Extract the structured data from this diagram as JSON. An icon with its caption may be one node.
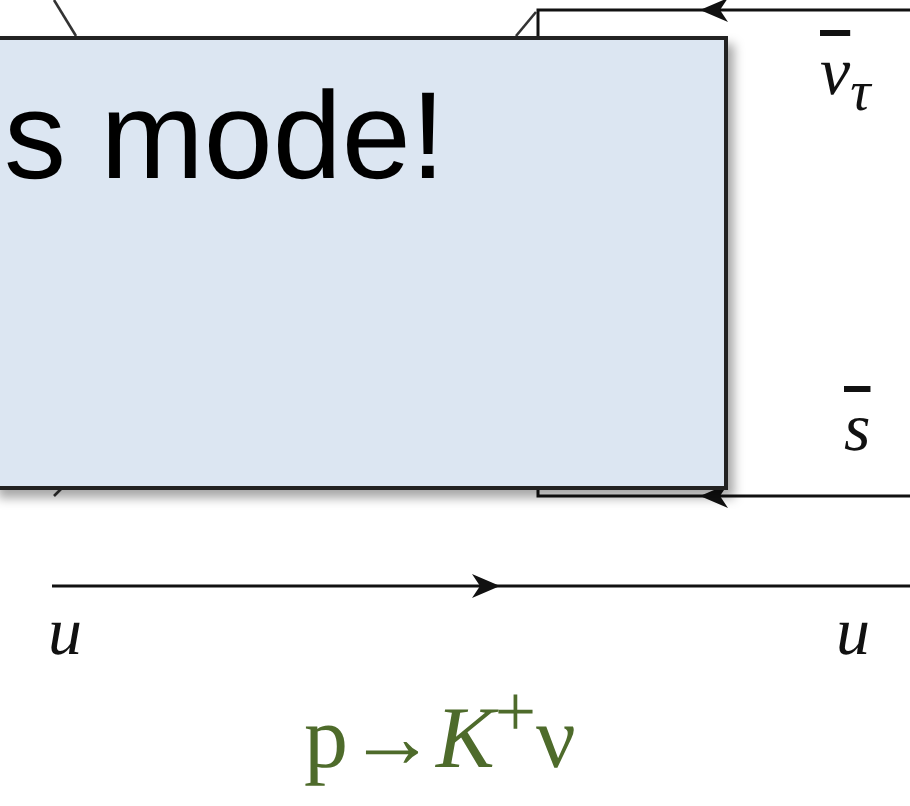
{
  "diagram": {
    "nodes": [
      {
        "text": [
          "s mode!"
        ]
      }
    ],
    "labels": [
      "ν$_{τ}$",
      "s",
      "u",
      "u",
      "p→*K*$^{+}$ν"
    ]
  }
}
